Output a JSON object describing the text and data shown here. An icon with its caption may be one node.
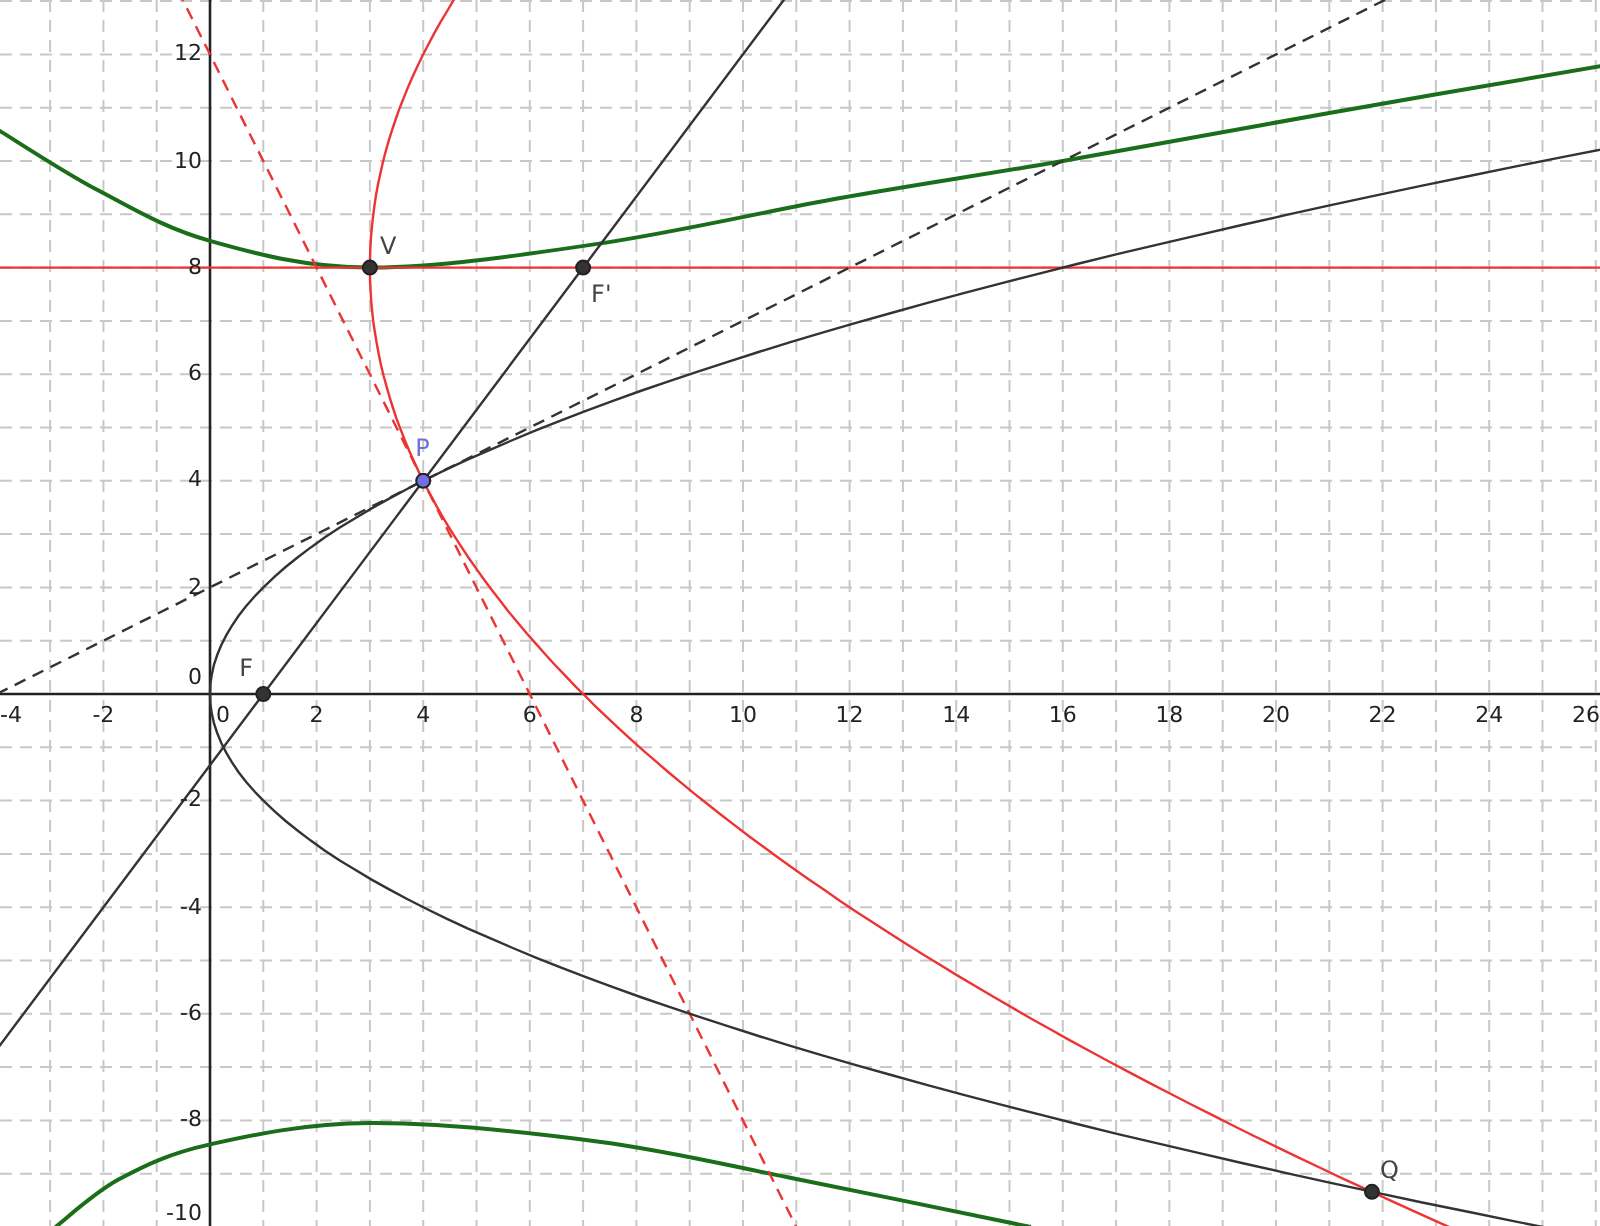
{
  "diagram": {
    "labels": [
      "V",
      "F'",
      "P",
      "F",
      "Q",
      "12",
      "10",
      "8",
      "6",
      "4",
      "2",
      "0",
      "-2",
      "-4",
      "-6",
      "-8",
      "-10",
      "-4",
      "-2",
      "0",
      "2",
      "4",
      "6",
      "8",
      "10",
      "12",
      "14",
      "16",
      "18",
      "20",
      "22",
      "24",
      "26"
    ]
  }
}
